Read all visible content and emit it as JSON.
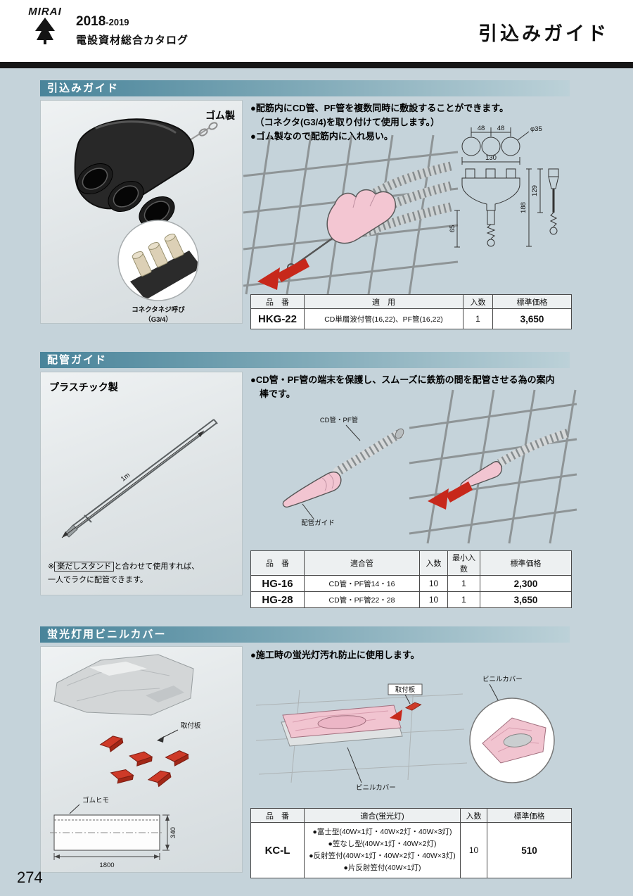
{
  "header": {
    "logo_text": "MIRAI",
    "years_main": "2018",
    "years_sub": "-2019",
    "catalog_name": "電設資材総合カタログ",
    "page_title": "引込みガイド"
  },
  "page_number": "274",
  "section1": {
    "title": "引込みガイド",
    "material": "ゴム製",
    "inset_caption_line1": "コネクタネジ呼び",
    "inset_caption_line2": "（G3/4）",
    "bullet1": "●配筋内にCD管、PF管を複数同時に敷設することができます。",
    "bullet2": "　（コネクタ(G3/4)を取り付けて使用します。）",
    "bullet3": "●ゴム製なので配筋内に入れ易い。",
    "dims": {
      "pitch1": "48",
      "pitch2": "48",
      "dia": "φ35",
      "width": "130",
      "h_side": "129",
      "h_total": "188",
      "h_hook": "65"
    },
    "table": {
      "col_part": "品　番",
      "col_fit": "適　用",
      "col_qty": "入数",
      "col_price": "標準価格",
      "part": "HKG-22",
      "fit": "CD単層波付管(16,22)、PF管(16,22)",
      "qty": "1",
      "price": "3,650"
    }
  },
  "section2": {
    "title": "配管ガイド",
    "material": "プラスチック製",
    "length_label": "1m",
    "note_prefix": "※",
    "note_product": "楽だしスタンド",
    "note_rest1": "と合わせて使用すれば、",
    "note_rest2": "一人でラクに配管できます。",
    "bullet_line1": "●CD管・PF管の端末を保護し、スムーズに鉄筋の間を配管させる為の案内",
    "bullet_line2": "　棒です。",
    "label_tube": "CD管・PF管",
    "label_guide": "配管ガイド",
    "table": {
      "col_part": "品　番",
      "col_fit": "適合管",
      "col_qty": "入数",
      "col_minqty": "最小入数",
      "col_price": "標準価格",
      "rows": [
        {
          "part": "HG-16",
          "fit": "CD管・PF管14・16",
          "qty": "10",
          "minqty": "1",
          "price": "2,300"
        },
        {
          "part": "HG-28",
          "fit": "CD管・PF管22・28",
          "qty": "10",
          "minqty": "1",
          "price": "3,650"
        }
      ]
    }
  },
  "section3": {
    "title": "蛍光灯用ビニルカバー",
    "photo_label_plate": "取付板",
    "drawing_label_cord": "ゴムヒモ",
    "dim_width": "1800",
    "dim_height": "340",
    "bullet": "●施工時の蛍光灯汚れ防止に使用します。",
    "ill_label_plate": "取付板",
    "ill_label_cover_top": "ビニルカバー",
    "ill_label_cover_bottom": "ビニルカバー",
    "table": {
      "col_part": "品　番",
      "col_fit": "適合(蛍光灯)",
      "col_qty": "入数",
      "col_price": "標準価格",
      "part": "KC-L",
      "fit_lines": [
        "●富士型(40W×1灯・40W×2灯・40W×3灯)",
        "●笠なし型(40W×1灯・40W×2灯)",
        "●反射笠付(40W×1灯・40W×2灯・40W×3灯)",
        "●片反射笠付(40W×1灯)"
      ],
      "qty": "10",
      "price": "510"
    }
  }
}
